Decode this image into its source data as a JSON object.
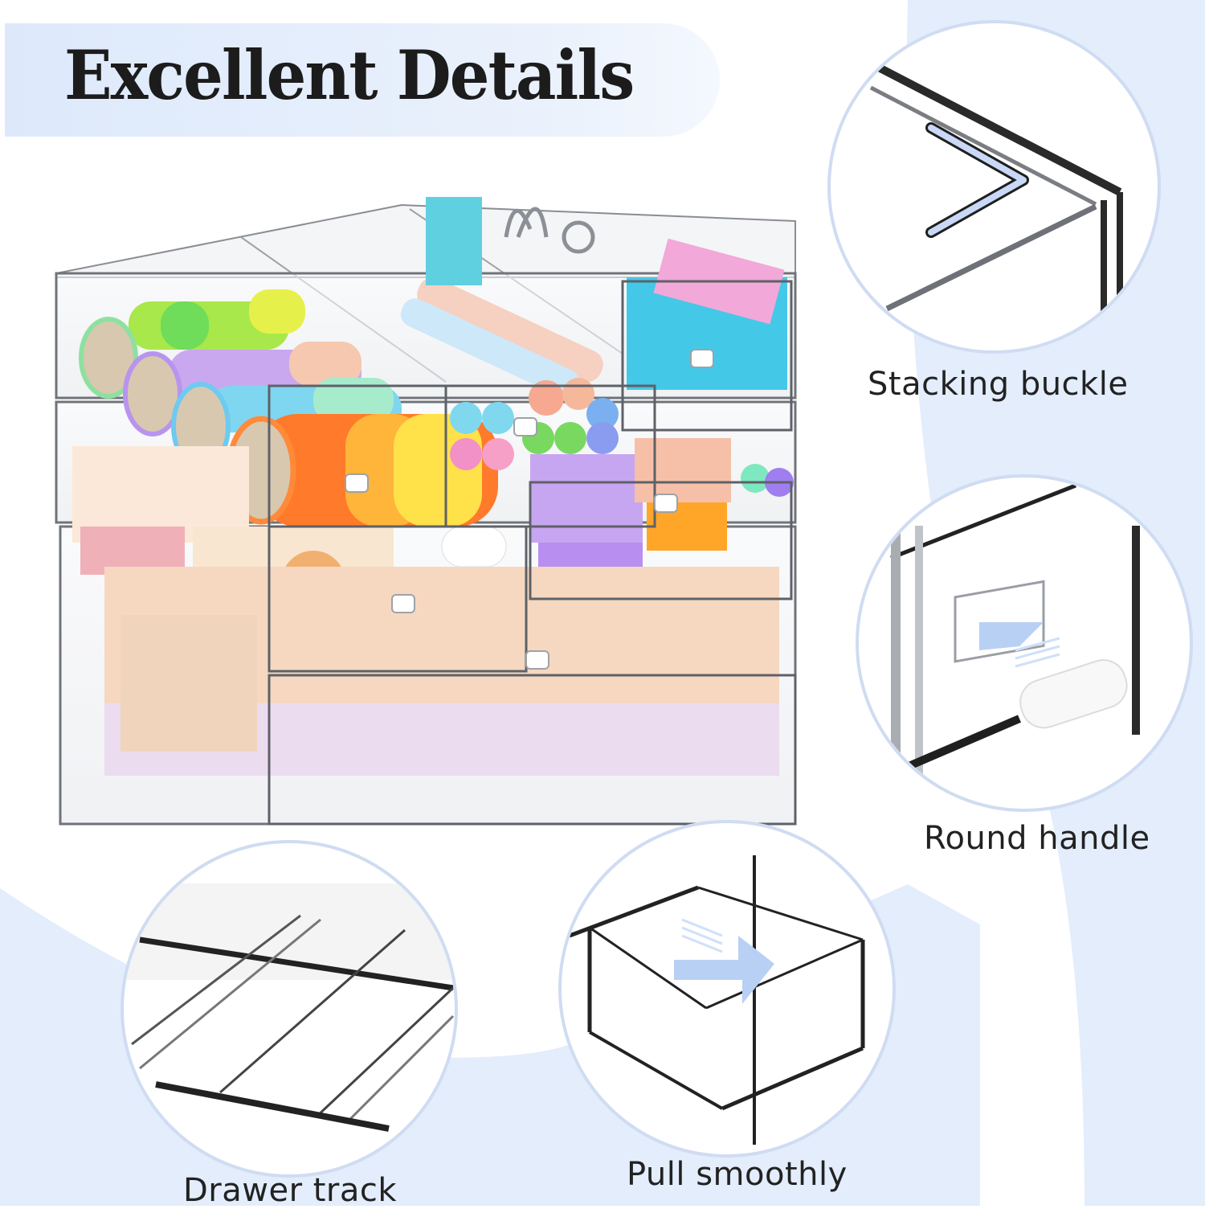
{
  "title": "Excellent Details",
  "colors": {
    "accent_light_blue": "#e3edfc",
    "circle_border": "#cfdcf2",
    "title_text": "#1c1c1c",
    "arrow_blue": "#b9d0f5"
  },
  "product_image": {
    "description": "Stacked clear acrylic drawer organizer with 5 drawers holding washi tape, highlighters, binder clips, sticky notes and notebooks",
    "drawer_count": 5,
    "handle_style": "white round handle"
  },
  "callouts": [
    {
      "caption": "Stacking buckle",
      "illustration": "stacking-buckle-corner"
    },
    {
      "caption": "Round handle",
      "illustration": "round-handle-closeup"
    },
    {
      "caption": "Drawer track",
      "illustration": "drawer-track-rails"
    },
    {
      "caption": "Pull smoothly",
      "illustration": "drawer-pull-out-arrow"
    }
  ]
}
